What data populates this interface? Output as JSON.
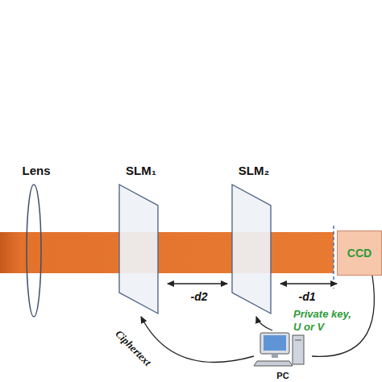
{
  "diagram": {
    "nodes": [
      {
        "text": [
          "Lens"
        ]
      },
      {
        "text": [
          "SLM₁"
        ]
      },
      {
        "text": [
          "SLM₂"
        ]
      },
      {
        "text": [
          "CCD"
        ]
      },
      {
        "text": [
          "PC"
        ]
      }
    ],
    "edges": [
      {
        "from": 1,
        "to": 2,
        "arrow": "both",
        "label": "-d2"
      },
      {
        "from": 2,
        "to": 3,
        "arrow": "both",
        "label": "-d1"
      },
      {
        "from": 4,
        "to": 1,
        "arrow": "to",
        "label": "Ciphertext"
      },
      {
        "from": 4,
        "to": 2,
        "arrow": "to",
        "label": "Private key, U or V"
      },
      {
        "from": 4,
        "to": 3,
        "arrow": "none"
      }
    ]
  }
}
